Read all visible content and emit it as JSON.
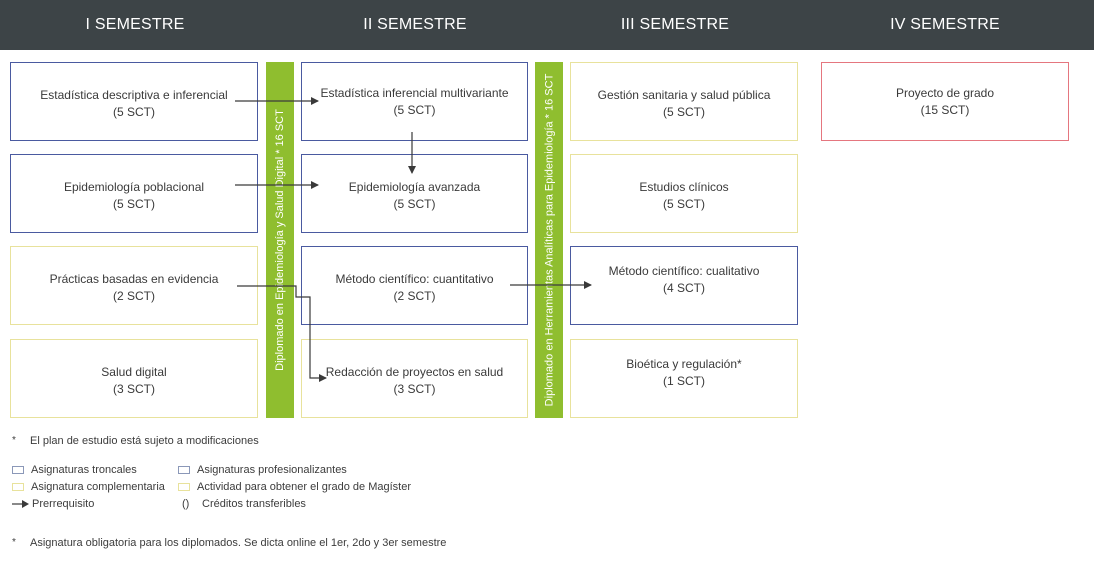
{
  "header": {
    "semesters": [
      "I SEMESTRE",
      "II SEMESTRE",
      "III SEMESTRE",
      "IV SEMESTRE"
    ]
  },
  "courses": {
    "s1": [
      {
        "title": "Estadística descriptiva e inferencial",
        "credits": "(5 SCT)"
      },
      {
        "title": "Epidemiología poblacional",
        "credits": "(5 SCT)"
      },
      {
        "title": "Prácticas basadas en evidencia",
        "credits": "(2 SCT)"
      },
      {
        "title": "Salud digital",
        "credits": "(3 SCT)"
      }
    ],
    "s2": [
      {
        "title": "Estadística inferencial multivariante",
        "credits": "(5 SCT)"
      },
      {
        "title": "Epidemiología avanzada",
        "credits": "(5 SCT)"
      },
      {
        "title": "Método científico: cuantitativo",
        "credits": "(2 SCT)"
      },
      {
        "title": "Redacción de proyectos en salud",
        "credits": "(3 SCT)"
      }
    ],
    "s3": [
      {
        "title": "Gestión sanitaria y salud pública",
        "credits": "(5 SCT)"
      },
      {
        "title": "Estudios clínicos",
        "credits": "(5 SCT)"
      },
      {
        "title": "Método científico: cualitativo",
        "credits": "(4 SCT)"
      },
      {
        "title": "Bioética y regulación*",
        "credits": "(1 SCT)"
      }
    ],
    "s4": [
      {
        "title": "Proyecto de grado",
        "credits": "(15 SCT)"
      }
    ]
  },
  "diplomas": {
    "d1": "Diplomado en Epidemiología y Salud Digital * 16 SCT",
    "d2": "Diplomado en Herramientas Analíticas para Epidemiología * 16 SCT"
  },
  "notes": {
    "star": "*",
    "plan": "El plan de estudio está sujeto a modificaciones",
    "obligatoria": "Asignatura obligatoria para los diplomados. Se dicta online el 1er, 2do y 3er semestre"
  },
  "legend": {
    "troncales": "Asignaturas troncales",
    "profesionalizantes": "Asignaturas profesionalizantes",
    "complementaria": "Asignatura complementaria",
    "actividad": "Actividad para obtener el grado de Magíster",
    "prerrequisito": "Prerrequisito",
    "paren_symbol": "()",
    "transferibles": "Créditos transferibles"
  },
  "colors": {
    "header_bg": "#3d4447",
    "troncal_border": "#4a5aa0",
    "complementaria_border": "#e8e29c",
    "grado_border": "#e5767f",
    "diploma_bar": "#8fbe2f",
    "arrow": "#3a3a3a"
  }
}
